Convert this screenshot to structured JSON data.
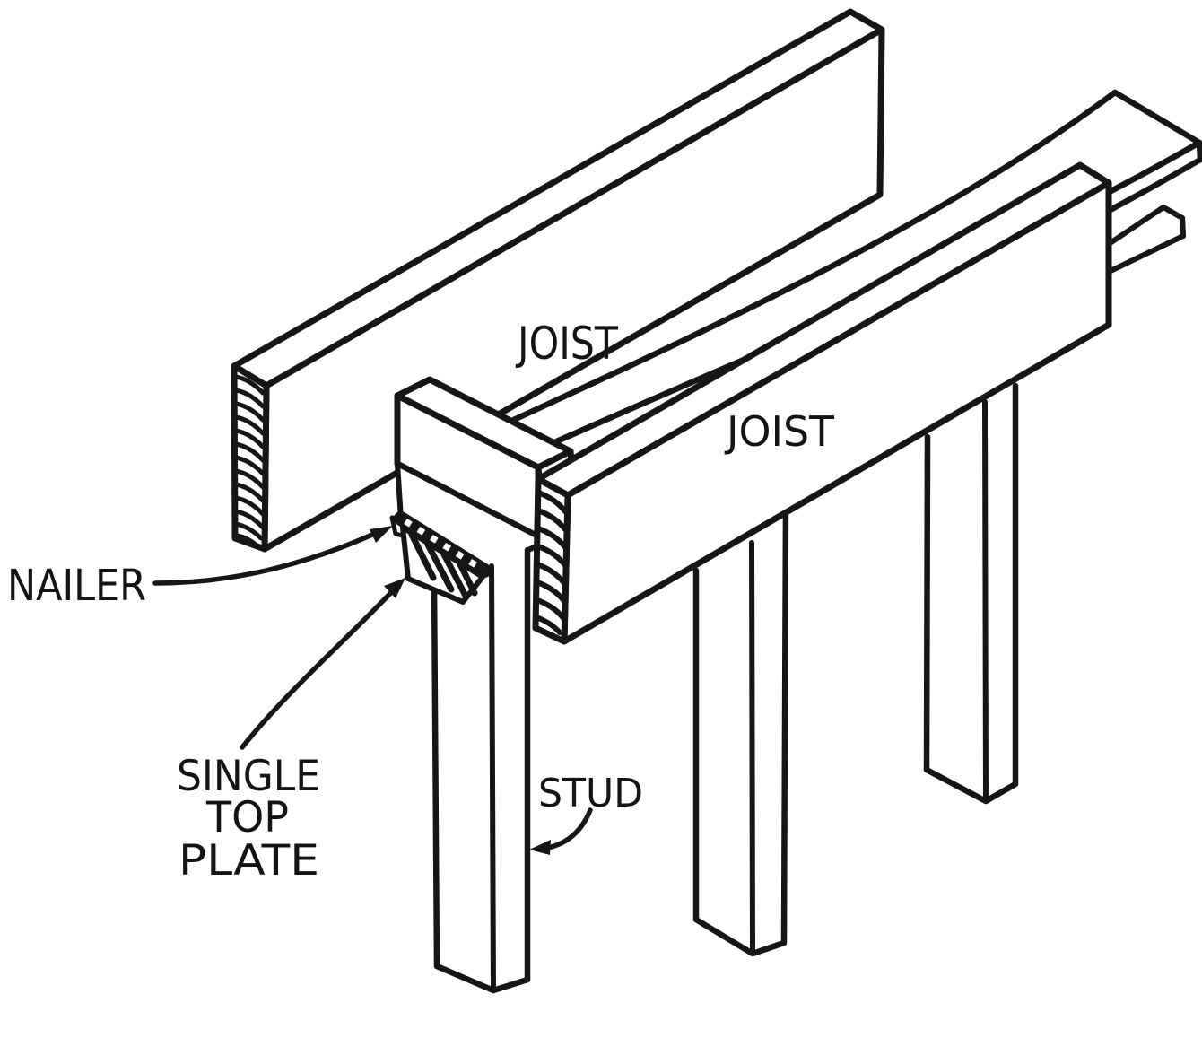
{
  "figure": {
    "kind": "hand-drawn isometric framing detail",
    "ink_color": "#161616",
    "paper_color": "#ffffff",
    "labels": {
      "joist_back": "JOIST",
      "joist_front": "JOIST",
      "nailer": "NAILER",
      "top_plate_line1": "SINGLE",
      "top_plate_line2": "TOP",
      "top_plate_line3": "PLATE",
      "stud": "STUD"
    }
  }
}
